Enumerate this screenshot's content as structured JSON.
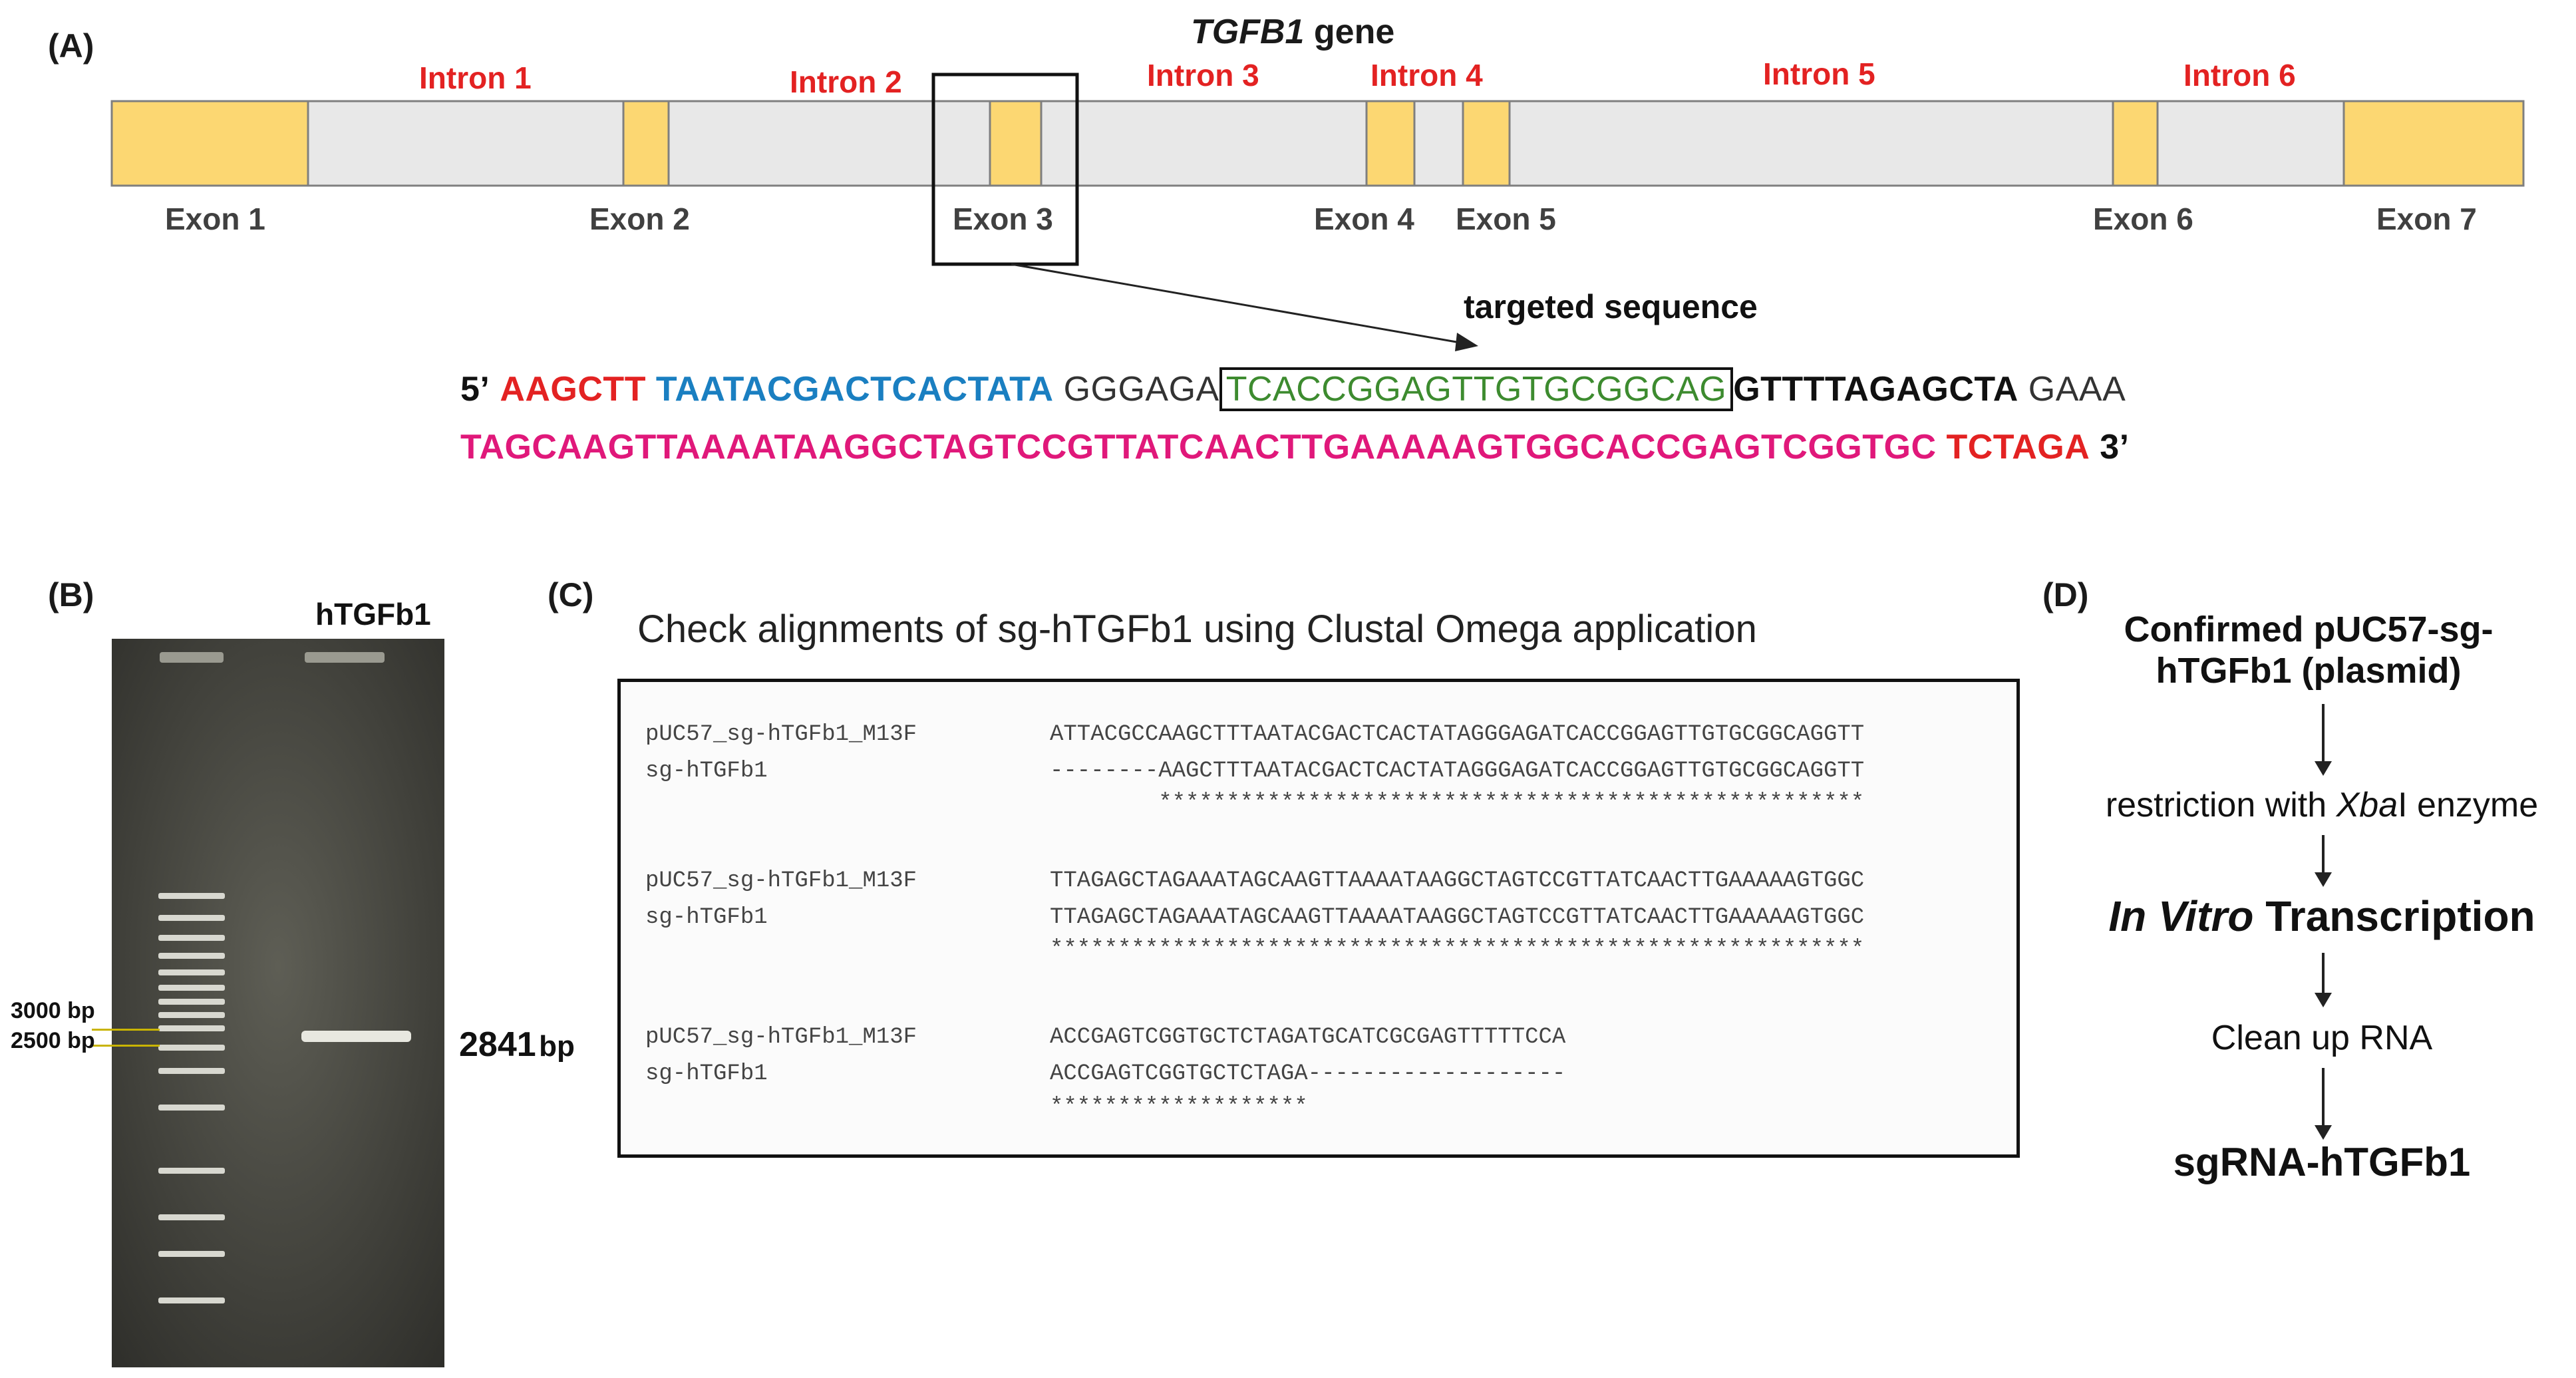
{
  "panels": {
    "a": "(A)",
    "b": "(B)",
    "c": "(C)",
    "d": "(D)"
  },
  "gene": {
    "title_italic": "TGFB1",
    "title_rest": " gene",
    "exons": [
      "Exon 1",
      "Exon 2",
      "Exon 3",
      "Exon 4",
      "Exon 5",
      "Exon 6",
      "Exon 7"
    ],
    "introns": [
      "Intron 1",
      "Intron 2",
      "Intron 3",
      "Intron 4",
      "Intron 5",
      "Intron 6"
    ],
    "targeted_label": "targeted sequence",
    "colors": {
      "exon": "#fcd772",
      "intron": "#e8e8e8",
      "intron_text": "#e32222"
    }
  },
  "sequence": {
    "line1": {
      "five_prime": "5’",
      "hindiii": "AAGCTT",
      "t7": "TAATACGACTCACTATA",
      "ggg": "GGGAGA",
      "target": "TCACCGGAGTTGTGCGGCAG",
      "scaffold_start": "GTTTTAGAGCTA",
      "gaaa": "GAAA"
    },
    "line2": {
      "scaffold": "TAGCAAGTTAAAATAAGGCTAGTCCGTTATCAACTTGAAAAAGTGGCACCGAGTCGGTGC",
      "xbai": "TCTAGA",
      "three_prime": "3’"
    },
    "colors": {
      "red": "#e32222",
      "blue": "#1a7fc1",
      "green": "#3d8b2f",
      "pink": "#e0187a"
    }
  },
  "gel": {
    "lane_label": "hTGFb1",
    "markers": [
      "3000 bp",
      "2500 bp"
    ],
    "band_size": "2841",
    "band_unit": "bp"
  },
  "alignment": {
    "title": "Check alignments of sg-hTGFb1 using Clustal Omega application",
    "blocks": [
      {
        "rows": [
          {
            "name": "pUC57_sg-hTGFb1_M13F",
            "seq": "ATTACGCCAAGCTTTAATACGACTCACTATAGGGAGATCACCGGAGTTGTGCGGCAGGTT"
          },
          {
            "name": "sg-hTGFb1",
            "seq": "--------AAGCTTTAATACGACTCACTATAGGGAGATCACCGGAGTTGTGCGGCAGGTT"
          }
        ],
        "stars": "        ****************************************************"
      },
      {
        "rows": [
          {
            "name": "pUC57_sg-hTGFb1_M13F",
            "seq": "TTAGAGCTAGAAATAGCAAGTTAAAATAAGGCTAGTCCGTTATCAACTTGAAAAAGTGGC"
          },
          {
            "name": "sg-hTGFb1",
            "seq": "TTAGAGCTAGAAATAGCAAGTTAAAATAAGGCTAGTCCGTTATCAACTTGAAAAAGTGGC"
          }
        ],
        "stars": "************************************************************"
      },
      {
        "rows": [
          {
            "name": "pUC57_sg-hTGFb1_M13F",
            "seq": "ACCGAGTCGGTGCTCTAGATGCATCGCGAGTTTTTCCA"
          },
          {
            "name": "sg-hTGFb1",
            "seq": "ACCGAGTCGGTGCTCTAGA-------------------"
          }
        ],
        "stars": "*******************"
      }
    ]
  },
  "workflow": {
    "step1": "Confirmed pUC57-sg-hTGFb1 (plasmid)",
    "step2_pre": "restriction with ",
    "step2_italic": "Xba",
    "step2_post": "I enzyme",
    "step3_italic": "In Vitro",
    "step3_post": " Transcription",
    "step4": "Clean up RNA",
    "step5": "sgRNA-hTGFb1"
  }
}
